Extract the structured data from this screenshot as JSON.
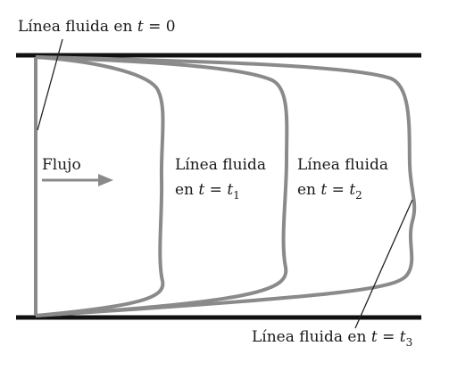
{
  "labels": {
    "t0": {
      "text": "Línea fluida en ",
      "var": "t",
      "eq": " = ",
      "val": "0"
    },
    "flow": "Flujo",
    "t1": {
      "line1": "Línea fluida",
      "line2_prefix": "en ",
      "var": "t",
      "eq": " = ",
      "rhs_var": "t",
      "sub": "1"
    },
    "t2": {
      "line1": "Línea fluida",
      "line2_prefix": "en ",
      "var": "t",
      "eq": " = ",
      "rhs_var": "t",
      "sub": "2"
    },
    "t3": {
      "text": "Línea fluida en ",
      "var": "t",
      "eq": " = ",
      "rhs_var": "t",
      "sub": "3"
    }
  },
  "colors": {
    "wall": "#111111",
    "fluid_line": "#8a8a8a",
    "leader": "#222222",
    "arrow": "#8a8a8a",
    "text": "#1a1a1a"
  }
}
